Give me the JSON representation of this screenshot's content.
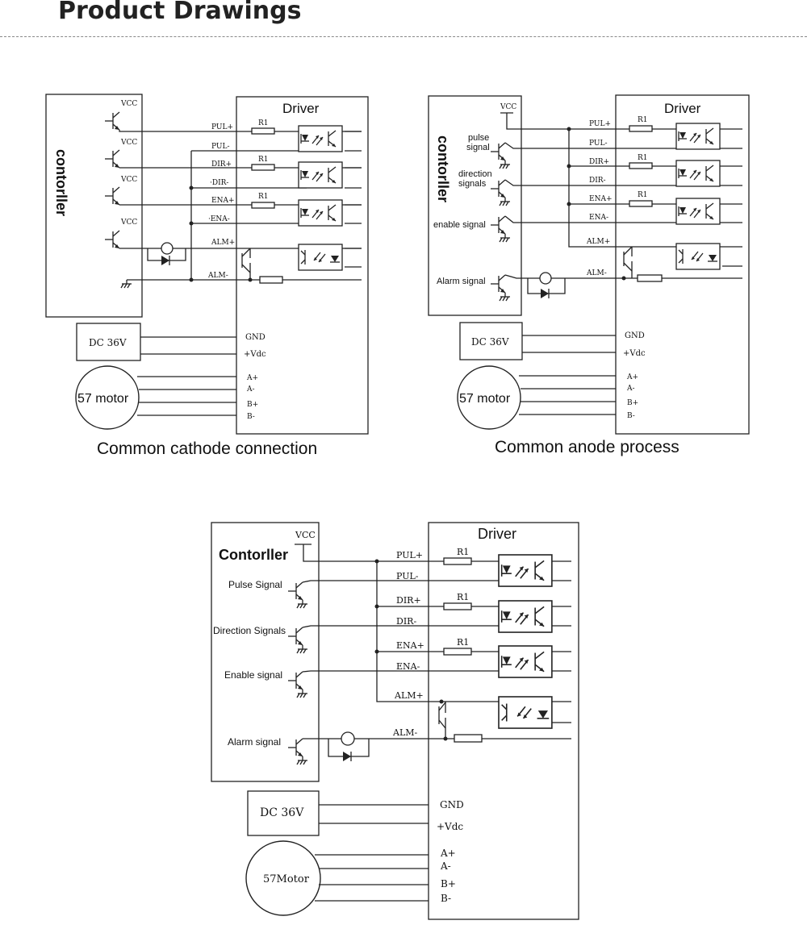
{
  "page": {
    "title": "Product Drawings"
  },
  "captions": {
    "cathode": "Common cathode connection",
    "anode": "Common anode process"
  },
  "d1": {
    "controller": "contorller",
    "driver": "Driver",
    "vcc": "VCC",
    "pins": [
      "PUL+",
      "PUL-",
      "DIR+",
      "·DIR-",
      "ENA+",
      "·ENA-",
      "ALM+",
      "ALM-"
    ],
    "r1": "R1",
    "dc": "DC  36V",
    "gnd": "GND",
    "vdc": "+Vdc",
    "motor": "57 motor",
    "motor_pins": [
      "A+",
      "A-",
      "B+",
      "B-"
    ]
  },
  "d2": {
    "controller": "contorller",
    "driver": "Driver",
    "vcc": "VCC",
    "signals": [
      "pulse",
      "signal",
      "direction",
      "signals",
      "enable signal",
      "Alarm signal"
    ],
    "pins": [
      "PUL+",
      "PUL-",
      "DIR+",
      "DIR-",
      "ENA+",
      "ENA-",
      "ALM+",
      "ALM-"
    ],
    "r1": "R1",
    "dc": "DC  36V",
    "gnd": "GND",
    "vdc": "+Vdc",
    "motor": "57 motor",
    "motor_pins": [
      "A+",
      "A-",
      "B+",
      "B-"
    ]
  },
  "d3": {
    "controller": "Contorller",
    "driver": "Driver",
    "vcc": "VCC",
    "signals": [
      "Pulse Signal",
      "Direction Signals",
      "Enable signal",
      "Alarm signal"
    ],
    "pins": [
      "PUL+",
      "PUL-",
      "DIR+",
      "DIR-",
      "ENA+",
      "ENA-",
      "ALM+",
      "ALM-"
    ],
    "r1": "R1",
    "dc": "DC  36V",
    "gnd": "GND",
    "vdc": "+Vdc",
    "motor": "57Motor",
    "motor_pins": [
      "A+",
      "A-",
      "B+",
      "B-"
    ]
  }
}
